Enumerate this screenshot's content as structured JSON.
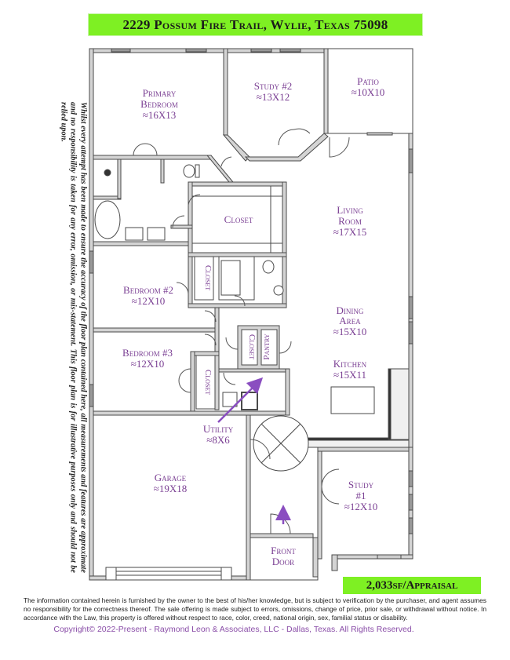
{
  "header": {
    "title": "2229 Possum Fire Trail, Wylie, Texas 75098",
    "accent_color": "#7ef023"
  },
  "disclaimer_vertical": "Whilst every attempt has been made to ensure the accuracy of the floor plan contained here, all measurements and features are approximate and no responsibility is taken for any error, omission, or mis-statement. This floor plan is for illustrative purposes only and should not be relied upon.",
  "rooms": {
    "primary_bedroom": {
      "name_line1": "Primary",
      "name_line2": "Bedroom",
      "size": "≈16X13"
    },
    "study_2": {
      "name": "Study #2",
      "size": "≈13X12"
    },
    "patio": {
      "name": "Patio",
      "size": "≈10X10"
    },
    "closet_primary": {
      "name": "Closet"
    },
    "living_room": {
      "name_line1": "Living",
      "name_line2": "Room",
      "size": "≈17X15"
    },
    "bedroom_2": {
      "name": "Bedroom #2",
      "size": "≈12X10"
    },
    "closet_bed2": {
      "name": "Closet"
    },
    "dining_area": {
      "name_line1": "Dining",
      "name_line2": "Area",
      "size": "≈15X10"
    },
    "bedroom_3": {
      "name": "Bedroom #3",
      "size": "≈12X10"
    },
    "closet_bed3": {
      "name": "Closet"
    },
    "closet_hall": {
      "name": "Closet"
    },
    "pantry": {
      "name": "Pantry"
    },
    "kitchen": {
      "name": "Kitchen",
      "size": "≈15X11"
    },
    "utility": {
      "name": "Utility",
      "size": "≈8X6"
    },
    "garage": {
      "name": "Garage",
      "size": "≈19X18"
    },
    "study_1": {
      "name_line1": "Study",
      "name_line2": "#1",
      "size": "≈12X10"
    },
    "front_door": {
      "name_line1": "Front",
      "name_line2": "Door"
    }
  },
  "colors": {
    "label": "#7a3f93",
    "arrow": "#8a4ec0",
    "wall_fill": "#d4d4d4",
    "wall_stroke": "#4a4a4a"
  },
  "area_badge": {
    "text": "2,033sf/Appraisal"
  },
  "legal": "The information contained herein is furnished by the owner to the best of his/her knowledge, but is subject to verification by the purchaser, and agent assumes no responsibility for the correctness thereof.  The sale offering is made subject to errors, omissions, change of price, prior sale, or withdrawal without notice.  In accordance with the Law, this property is offered without respect to race, color, creed, national origin, sex, familial status or disability.",
  "copyright": "Copyright© 2022-Present - Raymond Leon & Associates, LLC - Dallas, Texas. All Rights Reserved."
}
